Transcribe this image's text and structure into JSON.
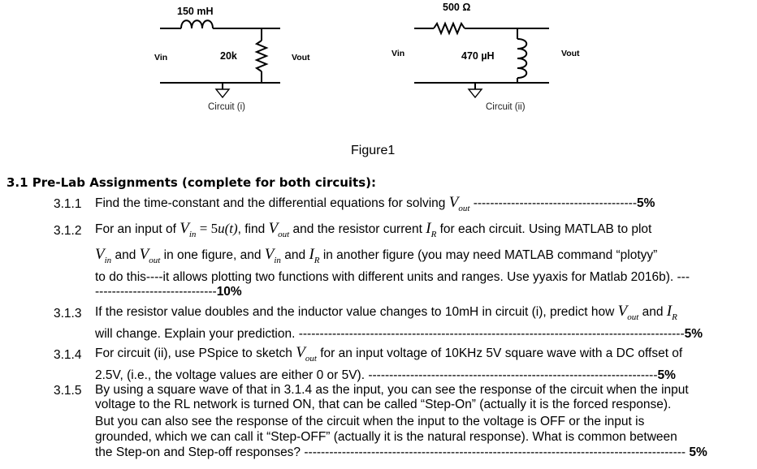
{
  "circuit1": {
    "inductor_label": "150 mH",
    "resistor_label": "20k",
    "vin_label": "Vin",
    "vout_label": "Vout",
    "name": "Circuit (i)"
  },
  "circuit2": {
    "resistor_label": "500 Ω",
    "inductor_label": "470 µH",
    "vin_label": "Vin",
    "vout_label": "Vout",
    "name": "Circuit (ii)"
  },
  "figure_caption": "Figure1",
  "section_heading": "3.1 Pre-Lab Assignments (complete for both circuits):",
  "items": [
    {
      "number": "3.1.1",
      "l1a": "Find the time-constant and the differential equations for solving",
      "l1b": "---------------------------------------",
      "l1pct": "5%"
    },
    {
      "number": "3.1.2",
      "l1a": "For an input of",
      "eq": "= 5",
      "eq_fn": "u(t)",
      "l1b": ", find",
      "l1c": "and the resistor current",
      "l1d": "for each circuit. Using MATLAB to plot",
      "l2a": "and",
      "l2b": "in one figure, and",
      "l2c": "and",
      "l2d": "in another figure (you may need MATLAB command “plotyy”",
      "l3": "to do this----it allows plotting two functions with different units and ranges. Use yyaxis for Matlab 2016b). ---",
      "l4": "-----------------------------",
      "l4pct": "10%"
    },
    {
      "number": "3.1.3",
      "l1a": "If the resistor value doubles and the inductor value changes to 10mH in circuit (i), predict how",
      "l1b": "and",
      "l2": "will change. Explain your prediction.",
      "l2dash": "--------------------------------------------------------------------------------------------",
      "l2pct": "5%"
    },
    {
      "number": "3.1.4",
      "l1a": "For circuit (ii), use PSpice to sketch",
      "l1b": "for an input voltage of 10KHz 5V square wave with a DC offset of",
      "l2": "2.5V,  (i.e., the voltage values are either 0 or 5V).",
      "l2dash": "---------------------------------------------------------------------",
      "l2pct": "5%"
    },
    {
      "number": "3.1.5",
      "lines": [
        "By using a square wave of that in 3.1.4 as the input, you can see the response of the circuit when the input",
        "voltage to the RL network is turned ON, that can be called “Step-On” (actually it is the forced response).",
        "But you can also see the response of the circuit when the input to the voltage is OFF or the input is",
        "grounded, which we can call it “Step-OFF” (actually it is the natural response). What is common between"
      ],
      "l5": "the Step-on and Step-off responses?",
      "l5dash": "-------------------------------------------------------------------------------------------",
      "l5pct": "5%"
    }
  ],
  "symbols": {
    "V": "V",
    "I": "I",
    "sub_out": "out",
    "sub_in": "in",
    "sub_R": "R"
  }
}
